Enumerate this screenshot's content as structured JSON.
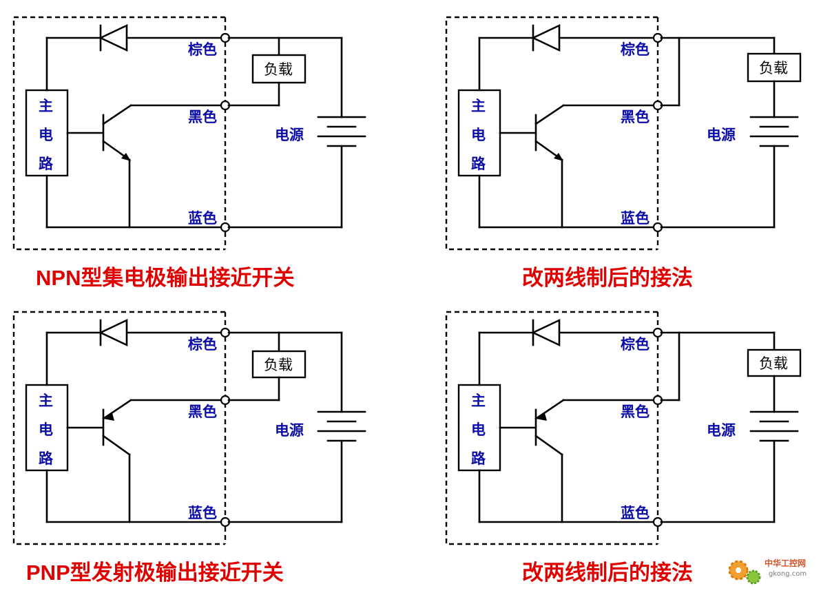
{
  "panels": [
    {
      "id": "npn",
      "wires": {
        "brown": "棕色",
        "black": "黑色",
        "blue": "蓝色"
      },
      "main_circuit": [
        "主",
        "电",
        "路"
      ],
      "load": "负载",
      "power": "电源",
      "caption_prefix": "NPN",
      "caption_rest": "型集电极输出接近开关"
    },
    {
      "id": "npn-2wire",
      "wires": {
        "brown": "棕色",
        "black": "黑色",
        "blue": "蓝色"
      },
      "main_circuit": [
        "主",
        "电",
        "路"
      ],
      "load": "负载",
      "power": "电源",
      "caption_prefix": "",
      "caption_rest": "改两线制后的接法"
    },
    {
      "id": "pnp",
      "wires": {
        "brown": "棕色",
        "black": "黑色",
        "blue": "蓝色"
      },
      "main_circuit": [
        "主",
        "电",
        "路"
      ],
      "load": "负载",
      "power": "电源",
      "caption_prefix": "PNP",
      "caption_rest": "型发射极输出接近开关"
    },
    {
      "id": "pnp-2wire",
      "wires": {
        "brown": "棕色",
        "black": "黑色",
        "blue": "蓝色"
      },
      "main_circuit": [
        "主",
        "电",
        "路"
      ],
      "load": "负载",
      "power": "电源",
      "caption_prefix": "",
      "caption_rest": "改两线制后的接法"
    }
  ],
  "watermark": {
    "name": "中华工控网",
    "url": "gkong.com"
  },
  "colors": {
    "label": "#0b0ba8",
    "caption": "#e00000"
  }
}
